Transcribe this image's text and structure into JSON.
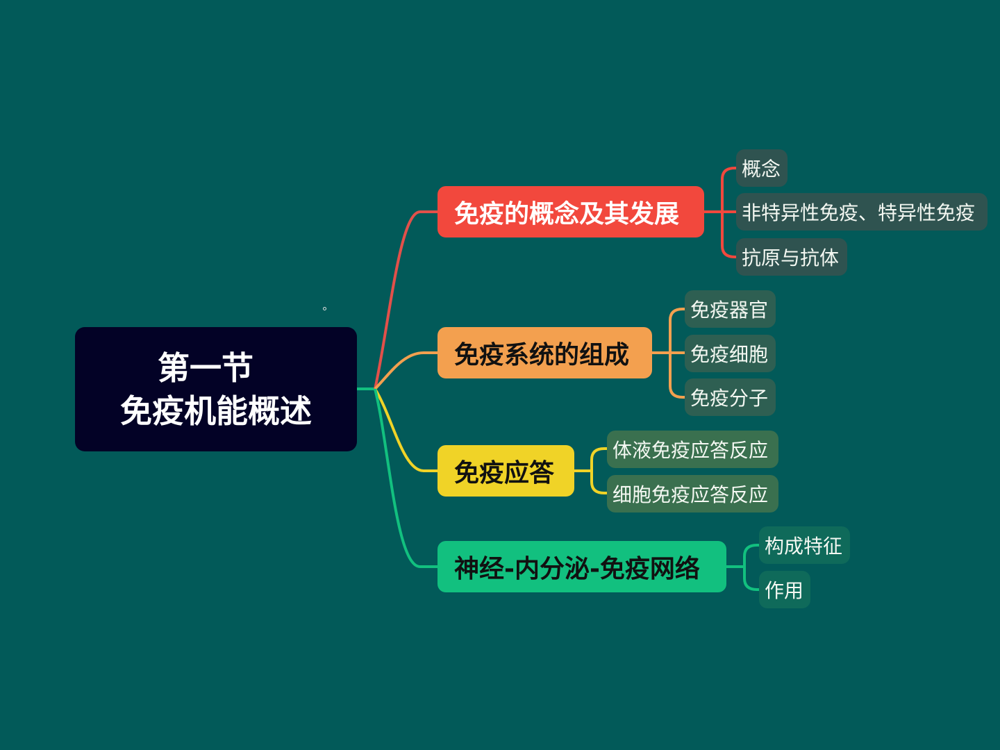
{
  "canvas": {
    "background": "#025a59"
  },
  "root": {
    "line1": "第一节",
    "line2": "免疫机能概述",
    "bg": "#030226",
    "text_color": "#ffffff"
  },
  "branches": [
    {
      "label": "免疫的概念及其发展",
      "color": "#f2483d",
      "text_color": "#ffffff",
      "child_bg": "#2f5350",
      "children": [
        "概念",
        "非特异性免疫、特异性免疫",
        "抗原与抗体"
      ]
    },
    {
      "label": "免疫系统的组成",
      "color": "#f3a04f",
      "text_color": "#111111",
      "child_bg": "#2e5f52",
      "children": [
        "免疫器官",
        "免疫细胞",
        "免疫分子"
      ]
    },
    {
      "label": "免疫应答",
      "color": "#f0d327",
      "text_color": "#111111",
      "child_bg": "#3a704f",
      "children": [
        "体液免疫应答反应",
        "细胞免疫应答反应"
      ]
    },
    {
      "label": "神经-内分泌-免疫网络",
      "color": "#12c07f",
      "text_color": "#111111",
      "child_bg": "#0f6a5a",
      "children": [
        "构成特征",
        "作用"
      ]
    }
  ]
}
